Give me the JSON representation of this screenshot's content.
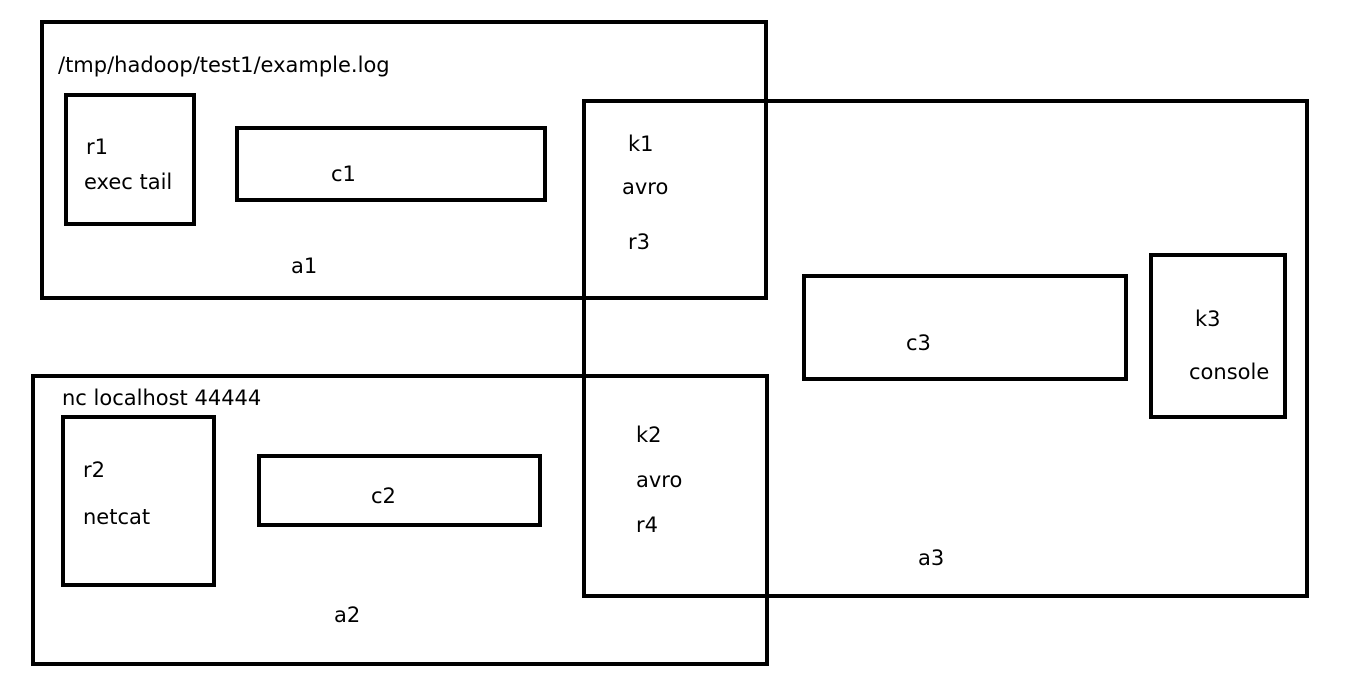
{
  "agents": {
    "a1": {
      "name": "a1",
      "path": "/tmp/hadoop/test1/example.log",
      "source": {
        "name": "r1",
        "type": "exec tail"
      },
      "channel": {
        "name": "c1"
      }
    },
    "a2": {
      "name": "a2",
      "command": "nc localhost 44444",
      "source": {
        "name": "r2",
        "type": "netcat"
      },
      "channel": {
        "name": "c2"
      }
    },
    "a3": {
      "name": "a3",
      "channel": {
        "name": "c3"
      },
      "sink": {
        "name": "k3",
        "type": "console"
      }
    }
  },
  "bridges": {
    "upper": {
      "sink": "k1",
      "type": "avro",
      "source": "r3"
    },
    "lower": {
      "sink": "k2",
      "type": "avro",
      "source": "r4"
    }
  }
}
